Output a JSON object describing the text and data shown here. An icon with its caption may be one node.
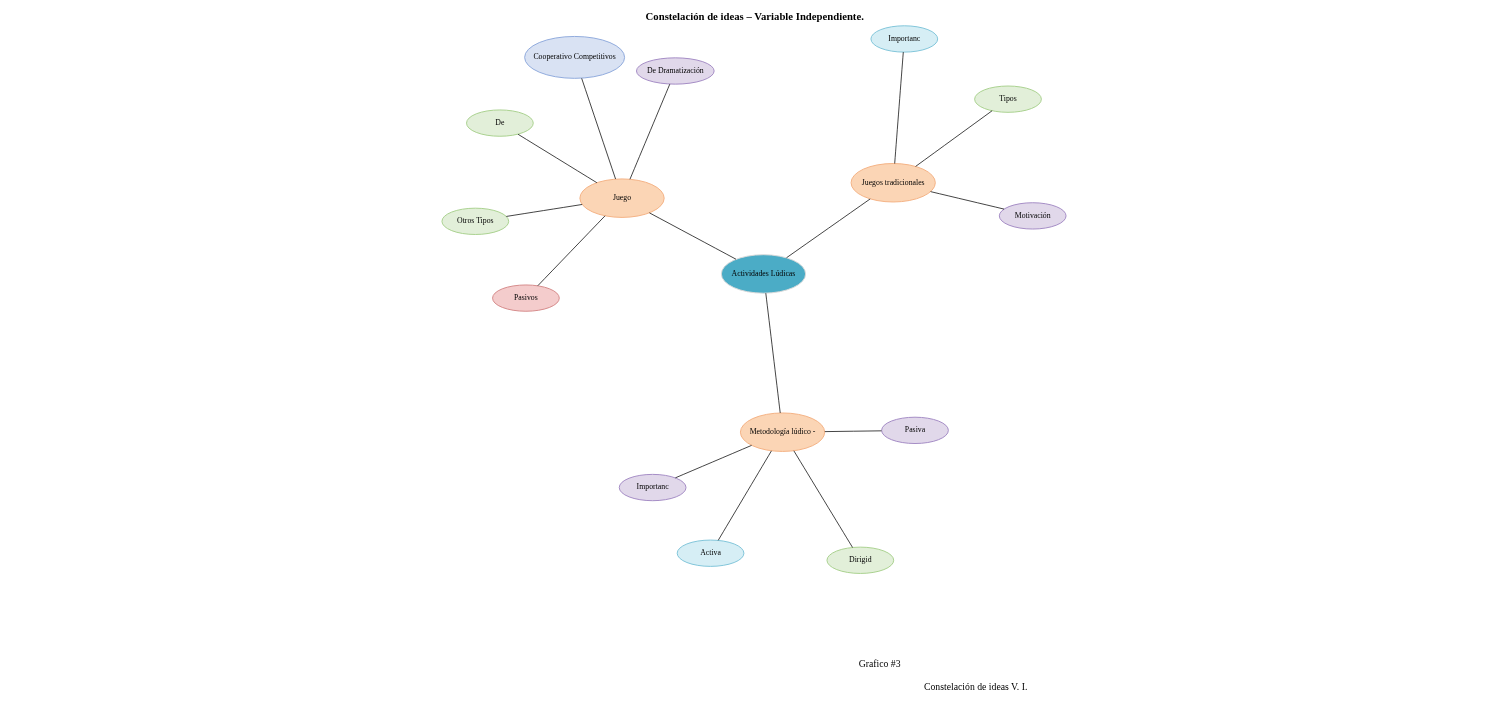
{
  "diagram": {
    "title": "Constelación de ideas – Variable Independiente.",
    "nodes": [
      {
        "text": [
          "Actividades Lúdicas"
        ]
      },
      {
        "text": [
          "Juego"
        ]
      },
      {
        "text": [
          "Pasivos"
        ]
      },
      {
        "text": [
          "Cooperativo Competitivos"
        ]
      },
      {
        "text": [
          "De Dramatización"
        ]
      },
      {
        "text": [
          "De"
        ]
      },
      {
        "text": [
          "Otros Tipos"
        ]
      },
      {
        "text": [
          "Metodología lúdico -"
        ]
      },
      {
        "text": [
          "Activa"
        ]
      },
      {
        "text": [
          "Pasiva"
        ]
      },
      {
        "text": [
          "Dirigid"
        ]
      },
      {
        "text": [
          "Importanc"
        ]
      },
      {
        "text": [
          "Juegos tradicionales"
        ]
      },
      {
        "text": [
          "Tipos"
        ]
      },
      {
        "text": [
          "Importanc"
        ]
      },
      {
        "text": [
          "Motivación"
        ]
      }
    ],
    "edges": [
      {
        "from": 0,
        "to": 1,
        "arrow": "none"
      },
      {
        "from": 1,
        "to": 2,
        "arrow": "none"
      },
      {
        "from": 1,
        "to": 3,
        "arrow": "none"
      },
      {
        "from": 1,
        "to": 4,
        "arrow": "none"
      },
      {
        "from": 1,
        "to": 5,
        "arrow": "none"
      },
      {
        "from": 1,
        "to": 6,
        "arrow": "none"
      },
      {
        "from": 0,
        "to": 7,
        "arrow": "none"
      },
      {
        "from": 7,
        "to": 8,
        "arrow": "none"
      },
      {
        "from": 7,
        "to": 9,
        "arrow": "none"
      },
      {
        "from": 7,
        "to": 10,
        "arrow": "none"
      },
      {
        "from": 7,
        "to": 11,
        "arrow": "none"
      },
      {
        "from": 0,
        "to": 12,
        "arrow": "none"
      },
      {
        "from": 12,
        "to": 13,
        "arrow": "none"
      },
      {
        "from": 12,
        "to": 14,
        "arrow": "none"
      },
      {
        "from": 12,
        "to": 15,
        "arrow": "none"
      }
    ],
    "labels": [
      "Grafico #3",
      "Constelación de ideas V. I."
    ]
  }
}
